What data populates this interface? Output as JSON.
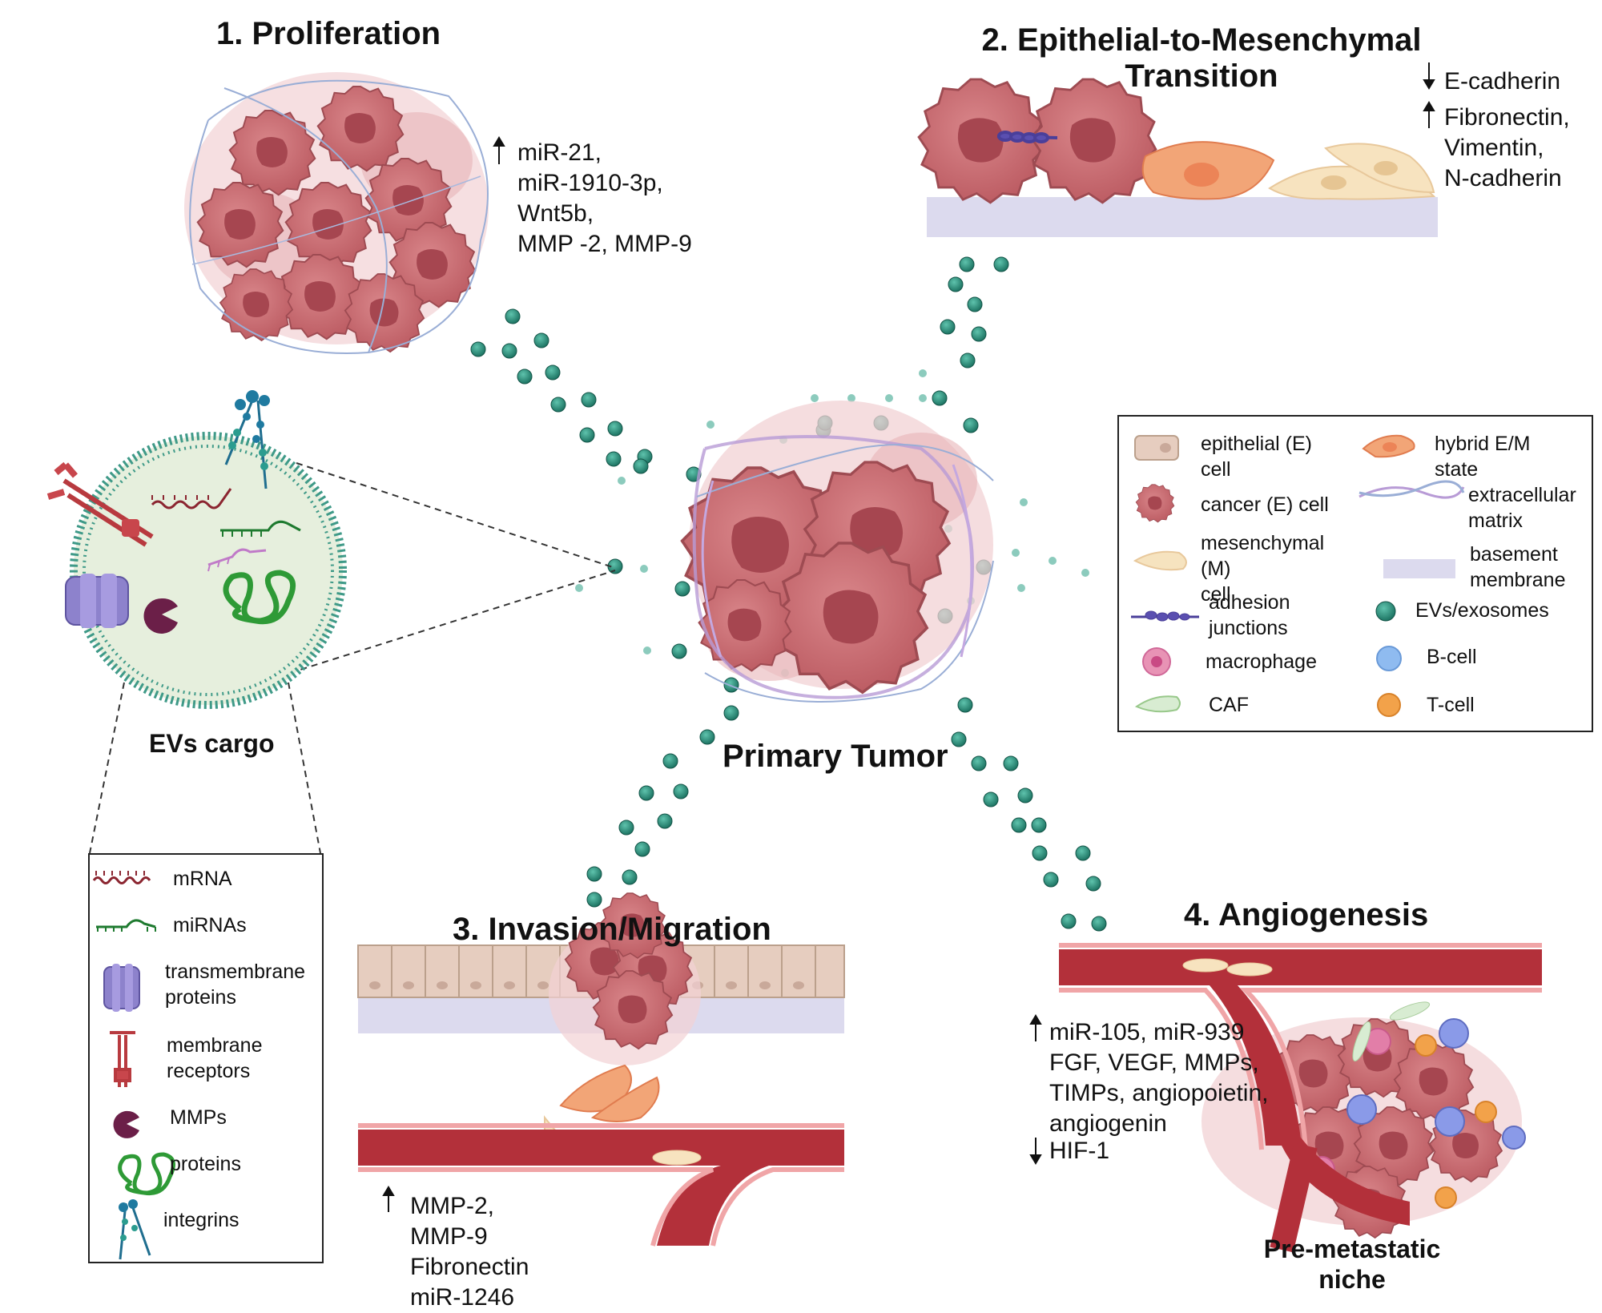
{
  "titles": {
    "proliferation": "1.  Proliferation",
    "emt_line1": "2. Epithelial-to-Mesenchymal",
    "emt_line2": "Transition",
    "invasion": "3. Invasion/Migration",
    "angiogenesis": "4. Angiogenesis",
    "primary_tumor": "Primary Tumor",
    "evs_cargo": "EVs cargo",
    "premetastatic_line1": "Pre-metastatic",
    "premetastatic_line2": "niche"
  },
  "proliferation_markers": {
    "arrow": "↑",
    "items": [
      "miR-21,",
      "miR-1910-3p,",
      "Wnt5b,",
      "MMP -2, MMP-9"
    ]
  },
  "emt_markers": {
    "down_arrow": "↓",
    "down": [
      "E-cadherin"
    ],
    "up_arrow": "↑",
    "up": [
      "Fibronectin,",
      "Vimentin,",
      "N-cadherin"
    ]
  },
  "invasion_markers": {
    "arrow": "↑",
    "items": [
      "MMP-2,",
      "MMP-9",
      "Fibronectin",
      "miR-1246"
    ]
  },
  "angiogenesis_markers": {
    "up_arrow": "↑",
    "up": [
      "miR-105, miR-939",
      "FGF, VEGF, MMPs,",
      "TIMPs, angiopoietin,",
      "angiogenin"
    ],
    "down_arrow": "↓",
    "down": [
      "HIF-1"
    ]
  },
  "legend": {
    "epithelial_cell": [
      "epithelial (E)",
      "cell"
    ],
    "cancer_cell": "cancer (E) cell",
    "mesenchymal_cell": [
      "mesenchymal",
      "(M)",
      "cell"
    ],
    "adhesion_junctions": [
      "adhesion",
      "junctions"
    ],
    "macrophage": "macrophage",
    "caf": "CAF",
    "hybrid_state": [
      "hybrid E/M",
      "state"
    ],
    "extracellular_matrix": [
      "extracellular",
      "matrix"
    ],
    "basement_membrane": [
      "basement",
      "membrane"
    ],
    "evs_exosomes": "EVs/exosomes",
    "b_cell": "B-cell",
    "t_cell": "T-cell"
  },
  "cargo_legend": {
    "mrna": "mRNA",
    "mirnas": "miRNAs",
    "transmembrane_proteins": [
      "transmembrane",
      "proteins"
    ],
    "membrane_receptors": [
      "membrane",
      "receptors"
    ],
    "mmps": "MMPs",
    "proteins": "proteins",
    "integrins": "integrins"
  },
  "colors": {
    "ev_teal": "#2a8a78",
    "cancer_cell": "#c9666b",
    "basement_membrane": "#dcdaee",
    "vessel": "#b3303a",
    "hybrid_cell": "#f0a070",
    "mesenchymal_cell": "#f6e3bf"
  }
}
